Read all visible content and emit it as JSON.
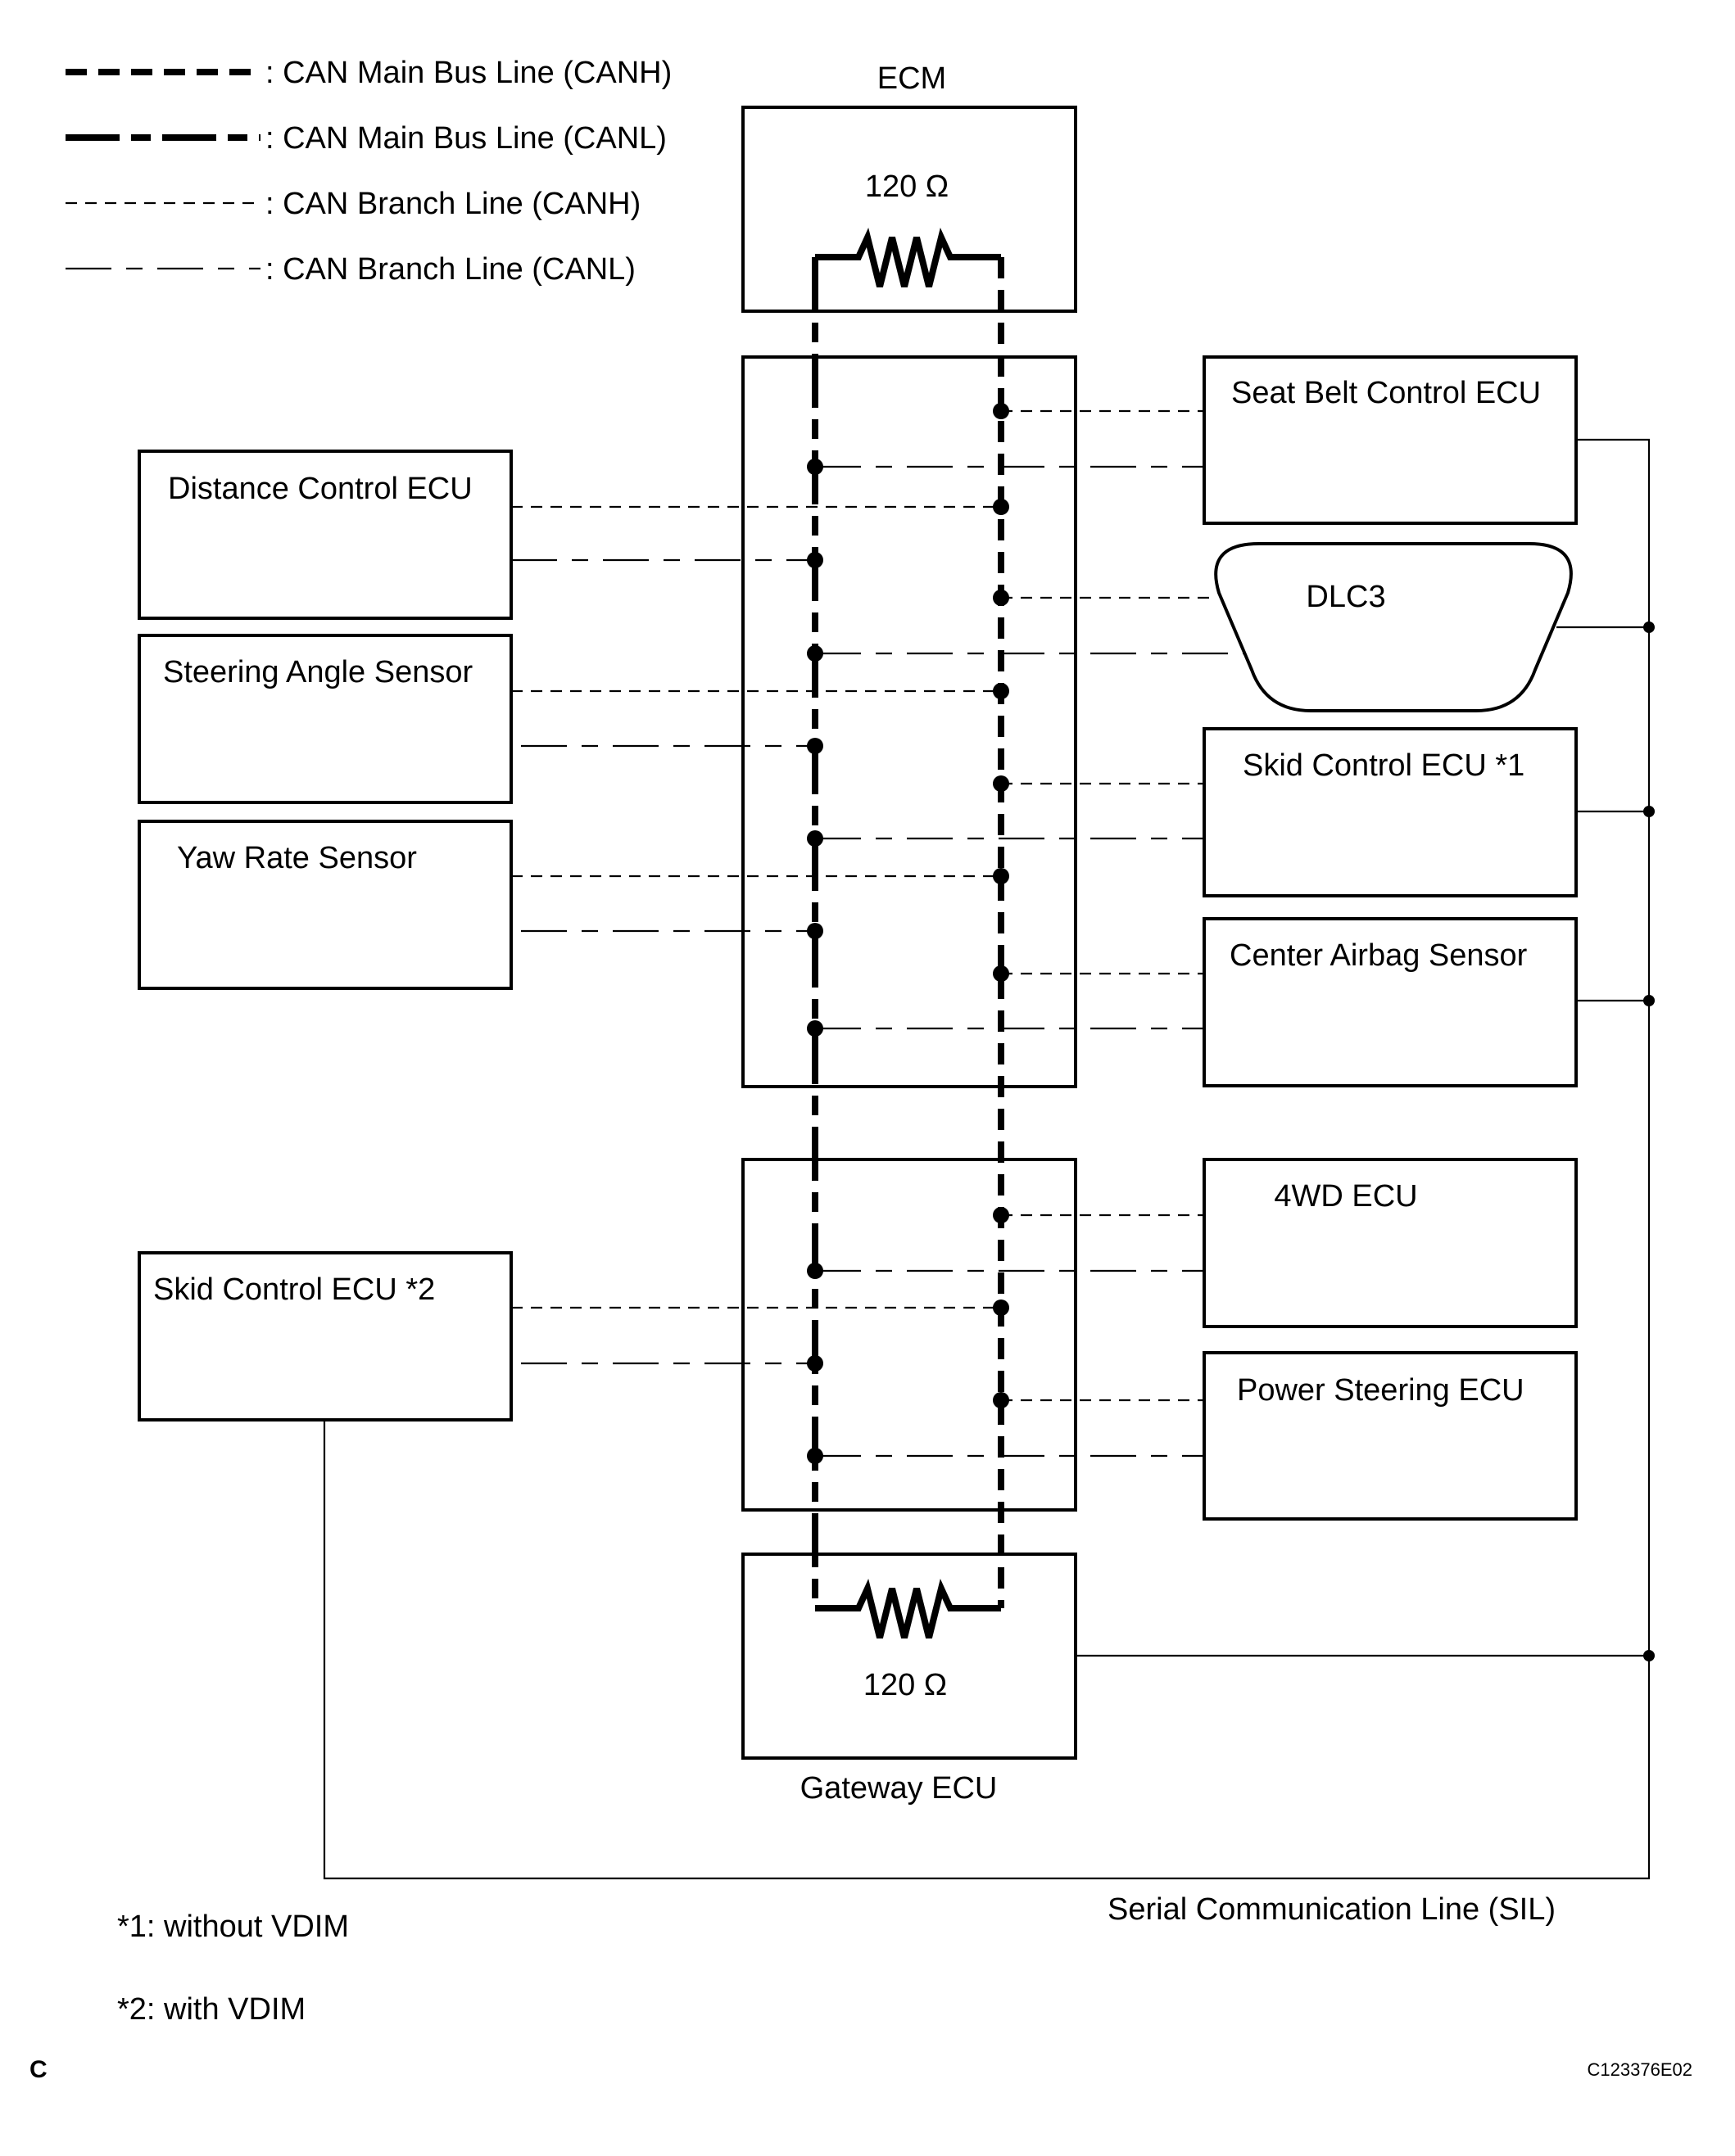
{
  "legend": {
    "can_main_canh": ": CAN Main Bus Line (CANH)",
    "can_main_canl": ": CAN Main Bus Line (CANL)",
    "can_branch_canh": ": CAN Branch Line (CANH)",
    "can_branch_canl": ": CAN Branch Line (CANL)"
  },
  "ecm": {
    "title": "ECM",
    "resistor": "120 Ω"
  },
  "gateway": {
    "title": "Gateway ECU",
    "resistor": "120 Ω"
  },
  "left_nodes": {
    "distance_control": "Distance Control ECU",
    "steering_angle": "Steering Angle Sensor",
    "yaw_rate": "Yaw Rate Sensor",
    "skid_control_2": "Skid Control ECU  *2"
  },
  "right_nodes": {
    "seat_belt": "Seat Belt Control ECU",
    "dlc3": "DLC3",
    "skid_control_1": "Skid Control ECU  *1",
    "center_airbag": "Center Airbag Sensor",
    "fourwd": "4WD ECU",
    "power_steering": "Power Steering ECU"
  },
  "sil_label": "Serial Communication Line (SIL)",
  "notes": {
    "note1": "*1: without VDIM",
    "note2": "*2: with VDIM"
  },
  "corner_letter": "C",
  "figure_code": "C123376E02"
}
